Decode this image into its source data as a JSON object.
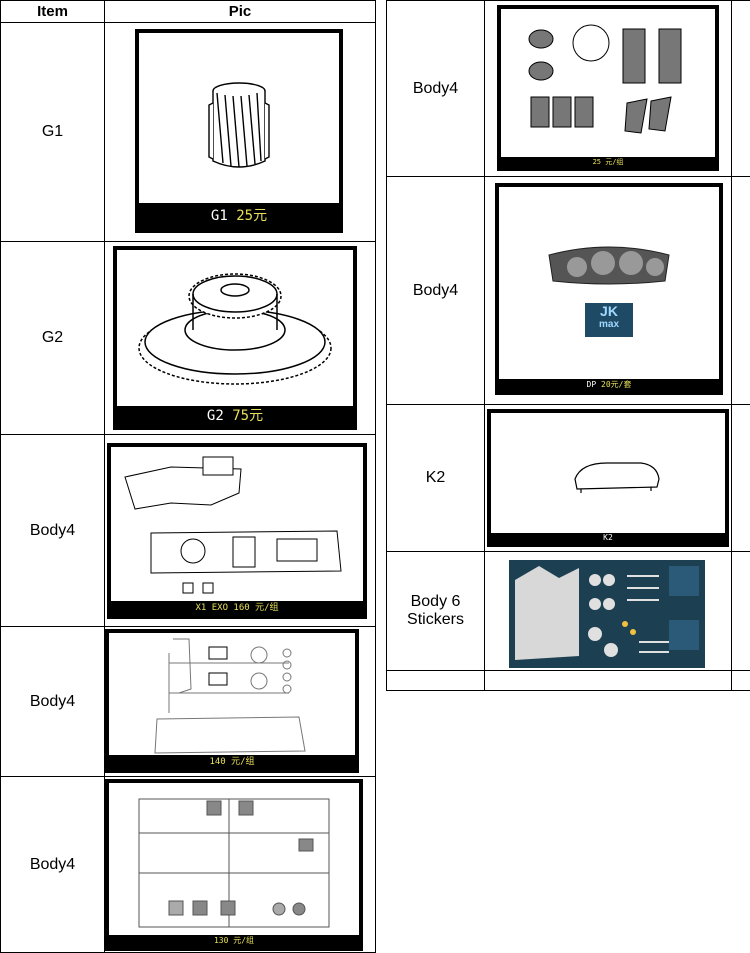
{
  "headers": {
    "item": "Item",
    "pic": "Pic"
  },
  "left_rows": [
    {
      "item": "G1",
      "cap_a": "G1",
      "cap_b": "25元"
    },
    {
      "item": "G2",
      "cap_a": "G2",
      "cap_b": "75元"
    },
    {
      "item": "Body4",
      "cap_a": "",
      "cap_b": "X1 EXO 160 元/组"
    },
    {
      "item": "Body4",
      "cap_a": "",
      "cap_b": "140 元/组"
    },
    {
      "item": "Body4",
      "cap_a": "",
      "cap_b": "130 元/组"
    }
  ],
  "right_rows": [
    {
      "item": "Body4",
      "cap_a": "",
      "cap_b": "25 元/组"
    },
    {
      "item": "Body4",
      "cap_a": "DP",
      "cap_b": "20元/套"
    },
    {
      "item": "K2",
      "cap_a": "K2",
      "cap_b": ""
    },
    {
      "item_line1": "Body 6",
      "item_line2": "Stickers"
    }
  ],
  "logo": {
    "line1": "JK",
    "line2": "max"
  }
}
